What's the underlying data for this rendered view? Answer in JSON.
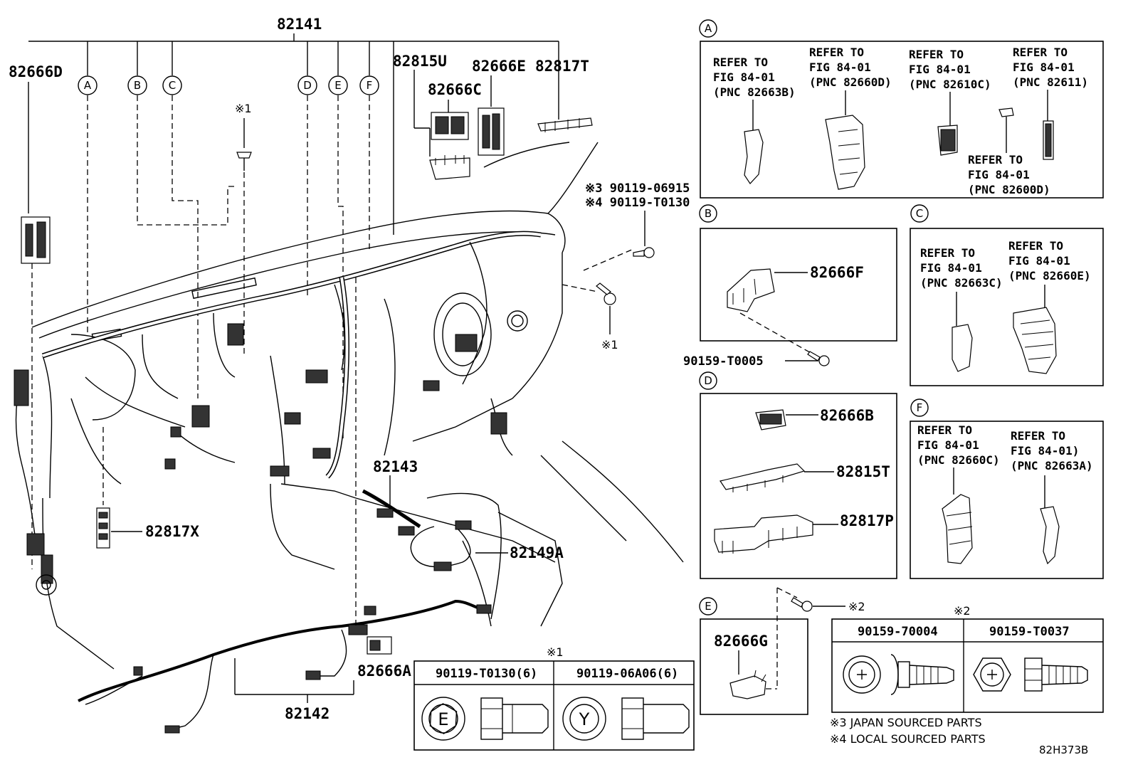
{
  "main": {
    "top_part": "82141",
    "markers": [
      "A",
      "B",
      "C",
      "D",
      "E",
      "F"
    ],
    "note_1": "※1",
    "parts": {
      "p82666D": "82666D",
      "p82815U": "82815U",
      "p82666E": "82666E",
      "p82817T": "82817T",
      "p82666C": "82666C",
      "note3": "※3 90119-06915",
      "note4": "※4 90119-T0130",
      "p82143": "82143",
      "p82817X": "82817X",
      "p82149A": "82149A",
      "p82666A": "82666A",
      "p82142": "82142"
    }
  },
  "panel_a": {
    "label": "A",
    "items": [
      {
        "l1": "REFER TO",
        "l2": "FIG 84-01",
        "l3": "(PNC 82663B)"
      },
      {
        "l1": "REFER TO",
        "l2": "FIG 84-01",
        "l3": "(PNC 82660D)"
      },
      {
        "l1": "REFER TO",
        "l2": "FIG 84-01",
        "l3": "(PNC 82610C)"
      },
      {
        "l1": "REFER TO",
        "l2": "FIG 84-01",
        "l3": "(PNC 82611)"
      },
      {
        "l1": "REFER TO",
        "l2": "FIG 84-01",
        "l3": "(PNC 82600D)"
      }
    ]
  },
  "panel_b": {
    "label": "B",
    "part": "82666F",
    "bolt": "90159-T0005"
  },
  "panel_c": {
    "label": "C",
    "items": [
      {
        "l1": "REFER TO",
        "l2": "FIG 84-01",
        "l3": "(PNC 82663C)"
      },
      {
        "l1": "REFER TO",
        "l2": "FIG 84-01",
        "l3": "(PNC 82660E)"
      }
    ]
  },
  "panel_d": {
    "label": "D",
    "parts": [
      "82666B",
      "82815T",
      "82817P"
    ]
  },
  "panel_e": {
    "label": "E",
    "part": "82666G",
    "note": "※2"
  },
  "panel_f": {
    "label": "F",
    "items": [
      {
        "l1": "REFER TO",
        "l2": "FIG 84-01",
        "l3": "(PNC 82660C)"
      },
      {
        "l1": "REFER TO",
        "l2": "FIG 84-01)",
        "l3": "(PNC 82663A)"
      }
    ]
  },
  "table_1": {
    "note": "※1",
    "headers": [
      "90119-T0130(6)",
      "90119-06A06(6)"
    ],
    "heads": [
      "E",
      "Y"
    ]
  },
  "table_2": {
    "note": "※2",
    "headers": [
      "90159-70004",
      "90159-T0037"
    ]
  },
  "footnotes": [
    "※3 JAPAN SOURCED PARTS",
    "※4 LOCAL SOURCED PARTS"
  ],
  "figure_code": "82H373B"
}
